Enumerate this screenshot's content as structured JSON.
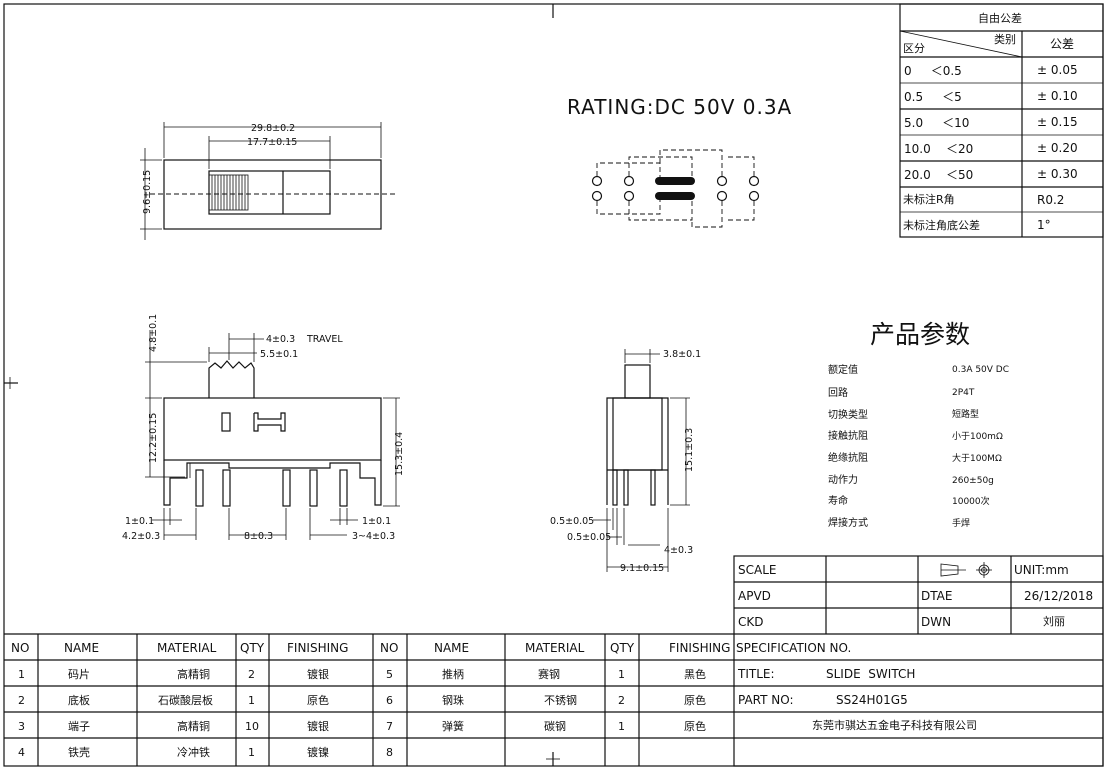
{
  "rating": "RATING:DC  50V  0.3A",
  "tolerance_table": {
    "title": "自由公差",
    "col_category": "类别",
    "col_zone": "区分",
    "col_tolerance": "公差",
    "rows": [
      {
        "range": "0     ＜0.5",
        "tol": "± 0.05"
      },
      {
        "range": "0.5     ＜5",
        "tol": "± 0.10"
      },
      {
        "range": "5.0     ＜10",
        "tol": "± 0.15"
      },
      {
        "range": "10.0    ＜20",
        "tol": "± 0.20"
      },
      {
        "range": "20.0    ＜50",
        "tol": "± 0.30"
      },
      {
        "range": "未标注R角",
        "tol": "R0.2"
      },
      {
        "range": "未标注角底公差",
        "tol": "1°"
      }
    ]
  },
  "dimensions": {
    "top_overall": "29.8±0.2",
    "top_slot": "17.7±0.15",
    "top_height": "9.6±0.15",
    "travel": "4±0.3",
    "travel_label": "TRAVEL",
    "knob_width": "5.5±0.1",
    "knob_height": "4.8±0.1",
    "body_height": "12.2±0.15",
    "total_height": "15.3±0.4",
    "pin_w_left": "1±0.1",
    "pin_offset_left": "4.2±0.3",
    "pin_pitch": "8±0.3",
    "pin_w_right": "1±0.1",
    "pin_offset_right": "3~4±0.3",
    "side_knob": "3.8±0.1",
    "side_height": "15.1±0.3",
    "side_pin_a": "0.5±0.05",
    "side_pin_b": "0.5±0.05",
    "side_pin_len": "4±0.3",
    "side_width": "9.1±0.15"
  },
  "params": {
    "title": "产品参数",
    "items": [
      {
        "label": "额定值",
        "value": "0.3A 50V DC"
      },
      {
        "label": "回路",
        "value": "2P4T"
      },
      {
        "label": "切换类型",
        "value": "短路型"
      },
      {
        "label": "接触抗阻",
        "value": "小于100mΩ"
      },
      {
        "label": "绝缘抗阻",
        "value": "大于100MΩ"
      },
      {
        "label": "动作力",
        "value": "260±50g"
      },
      {
        "label": "寿命",
        "value": "10000次"
      },
      {
        "label": "焊接方式",
        "value": "手焊"
      }
    ]
  },
  "title_block": {
    "scale": "SCALE",
    "unit": "UNIT:mm",
    "apvd": "APVD",
    "date_label": "DTAE",
    "date": "26/12/2018",
    "ckd": "CKD",
    "dwn": "DWN",
    "drawer": "刘丽",
    "spec": "SPECIFICATION NO.",
    "title_label": "TITLE:",
    "title_value": "SLIDE  SWITCH",
    "part_label": "PART NO:",
    "part_value": "SS24H01G5",
    "company": "东莞市骐达五金电子科技有限公司"
  },
  "bom": {
    "headers": [
      "NO",
      "NAME",
      "MATERIAL",
      "QTY",
      "FINISHING",
      "NO",
      "NAME",
      "MATERIAL",
      "QTY",
      "FINISHING"
    ],
    "rows": [
      [
        "1",
        "码片",
        "高精铜",
        "2",
        "镀银",
        "5",
        "推柄",
        "赛钢",
        "1",
        "黑色"
      ],
      [
        "2",
        "底板",
        "石碳酸层板",
        "1",
        "原色",
        "6",
        "钢珠",
        "不锈钢",
        "2",
        "原色"
      ],
      [
        "3",
        "端子",
        "高精铜",
        "10",
        "镀银",
        "7",
        "弹簧",
        "碳钢",
        "1",
        "原色"
      ],
      [
        "4",
        "铁壳",
        "冷冲铁",
        "1",
        "镀镍",
        "8",
        "",
        "",
        "",
        ""
      ]
    ]
  }
}
